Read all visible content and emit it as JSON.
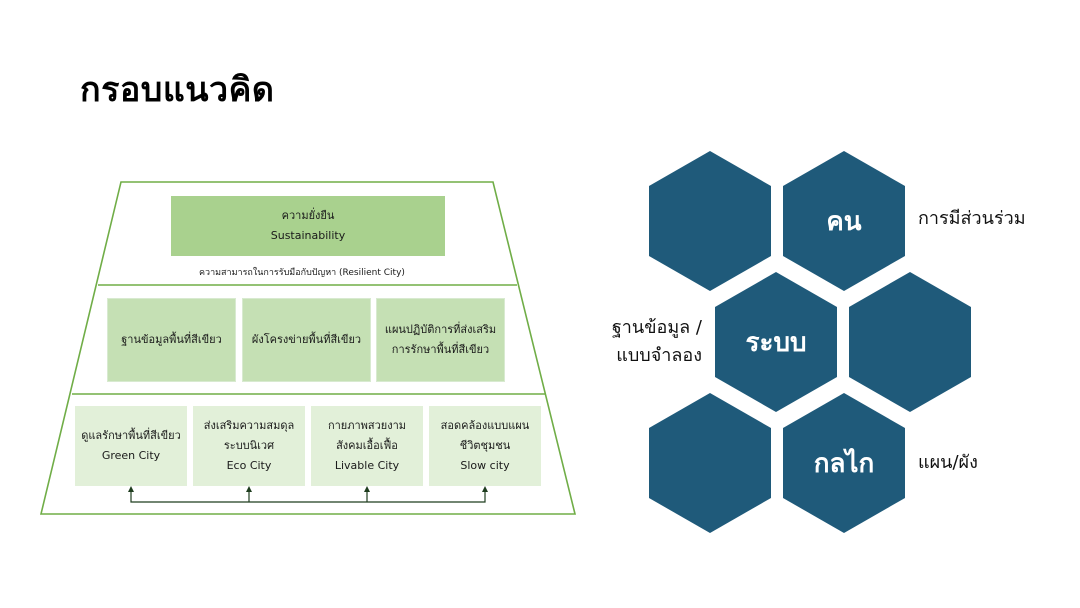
{
  "title": "กรอบแนวคิด",
  "pyramid": {
    "top": {
      "thai": "ความยั่งยืน",
      "english": "Sustainability"
    },
    "resilience_caption": "ความสามารถในการรับมือกับปัญหา (Resilient City)",
    "middle": [
      {
        "line1": "ฐานข้อมูลพื้นที่สีเขียว",
        "line2": ""
      },
      {
        "line1": "ผังโครงข่ายพื้นที่สีเขียว",
        "line2": ""
      },
      {
        "line1": "แผนปฏิบัติการที่ส่งเสริม",
        "line2": "การรักษาพื้นที่สีเขียว"
      }
    ],
    "bottom": [
      {
        "line1": "ดูแลรักษาพื้นที่สีเขียว",
        "line2": "Green City",
        "line3": ""
      },
      {
        "line1": "ส่งเสริมความสมดุล",
        "line2": "ระบบนิเวศ",
        "line3": "Eco City"
      },
      {
        "line1": "กายภาพสวยงาม",
        "line2": "สังคมเอื้อเฟื้อ",
        "line3": "Livable City"
      },
      {
        "line1": "สอดคล้องแบบแผน",
        "line2": "ชีวิตชุมชน",
        "line3": "Slow city"
      }
    ]
  },
  "hexagons": {
    "labels": {
      "people": "คน",
      "system": "ระบบ",
      "mechanism": "กลไก"
    },
    "side_labels": {
      "participation": "การมีส่วนร่วม",
      "database_line1": "ฐานข้อมูล /",
      "database_line2": "แบบจำลอง",
      "plan": "แผน/ผัง"
    }
  },
  "colors": {
    "frame_green": "#70ad47",
    "box_dark": "#a9d18e",
    "box_mid": "#c5e0b4",
    "box_light": "#e2f0d9",
    "hex_blue": "#1f5a7a"
  }
}
